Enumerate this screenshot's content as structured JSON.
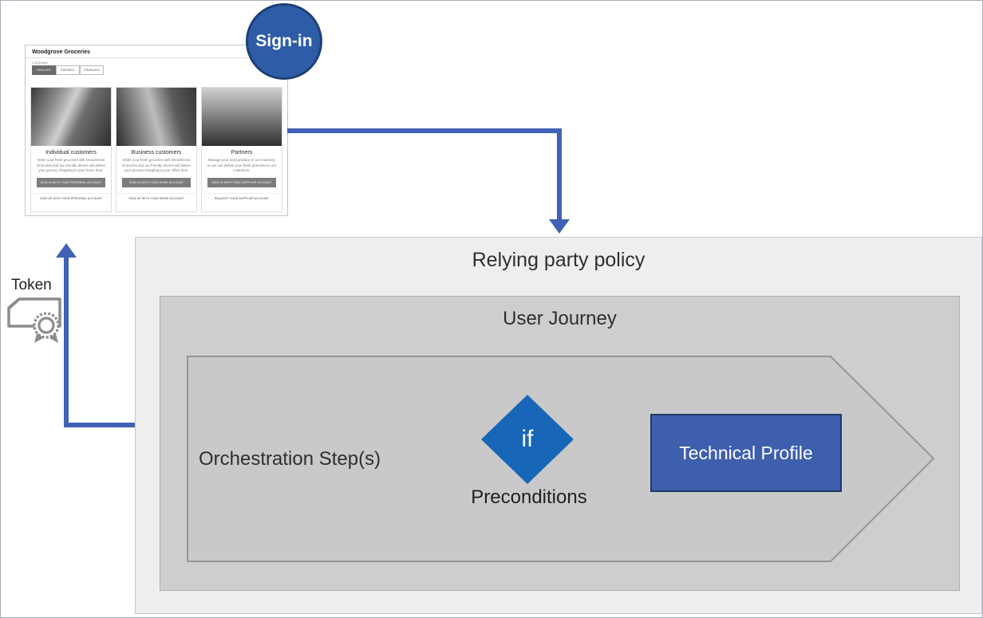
{
  "colors": {
    "arrow_blue": "#4062b5",
    "signin_fill": "#2d5da7",
    "signin_border": "#1e4076",
    "diamond_blue": "#1766b8",
    "tech_profile_fill": "#3e5eae",
    "tech_profile_border": "#203a66",
    "rp_box_fill": "#eeeeee",
    "uj_box_fill": "#cecece",
    "chevron_fill": "#c9c9c9"
  },
  "browser": {
    "title": "Woodgrove Groceries",
    "language_label": "Language",
    "languages": [
      "ENGLISH",
      "ESPAÑOL",
      "FRANÇAIS"
    ],
    "cards": [
      {
        "title": "Individual customers",
        "description": "Order your fresh groceries with WoodGrove Groceries and our friendly drivers will deliver your grocery shopping to your home door.",
        "button": "SIGN IN WITH YOUR PERSONAL ACCOUNT",
        "link": "SIGN UP WITH YOUR PERSONAL ACCOUNT"
      },
      {
        "title": "Business customers",
        "description": "Order your fresh groceries with WoodGrove Groceries and our friendly drivers will deliver your grocery shopping to your office door.",
        "button": "SIGN IN WITH YOUR WORK ACCOUNT",
        "link": "SIGN UP WITH YOUR WORK ACCOUNT"
      },
      {
        "title": "Partners",
        "description": "Manage your local produce in our inventory so we can deliver your fresh groceries to our customers.",
        "button": "SIGN IN WITH YOUR SUPPLIER ACCOUNT",
        "link": "REQUEST YOUR SUPPLIER ACCOUNT"
      }
    ]
  },
  "diagram": {
    "signin_label": "Sign-in",
    "token_label": "Token",
    "relying_party_title": "Relying party policy",
    "user_journey_title": "User Journey",
    "orchestration_label": "Orchestration Step(s)",
    "if_label": "if",
    "preconditions_label": "Preconditions",
    "technical_profile_label": "Technical Profile"
  }
}
